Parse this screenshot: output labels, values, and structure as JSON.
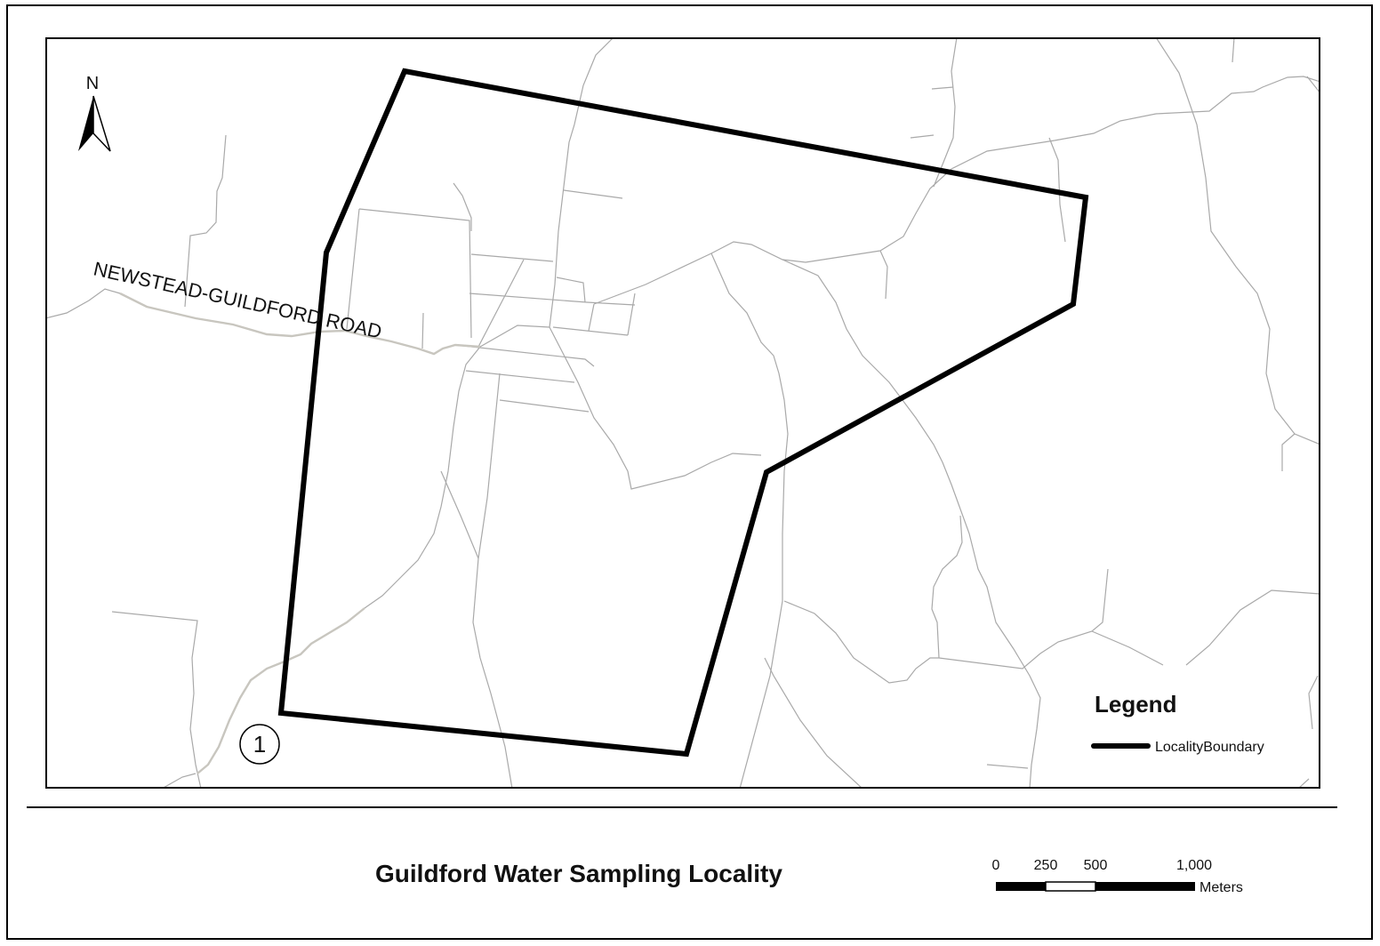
{
  "title": "Guildford Water Sampling Locality",
  "north_arrow": {
    "label": "N"
  },
  "road_label": "NEWSTEAD-GUILDFORD ROAD",
  "site_marker": {
    "label": "1"
  },
  "legend": {
    "heading": "Legend",
    "items": [
      {
        "label": "LocalityBoundary",
        "symbol": "thick-black-line"
      }
    ]
  },
  "scale_bar": {
    "ticks": [
      "0",
      "250",
      "500",
      "1,000"
    ],
    "units": "Meters"
  },
  "colors": {
    "boundary": "#000000",
    "minor_road": "#a9a9a9",
    "main_road": "#c8c6bf",
    "frame": "#000000"
  }
}
